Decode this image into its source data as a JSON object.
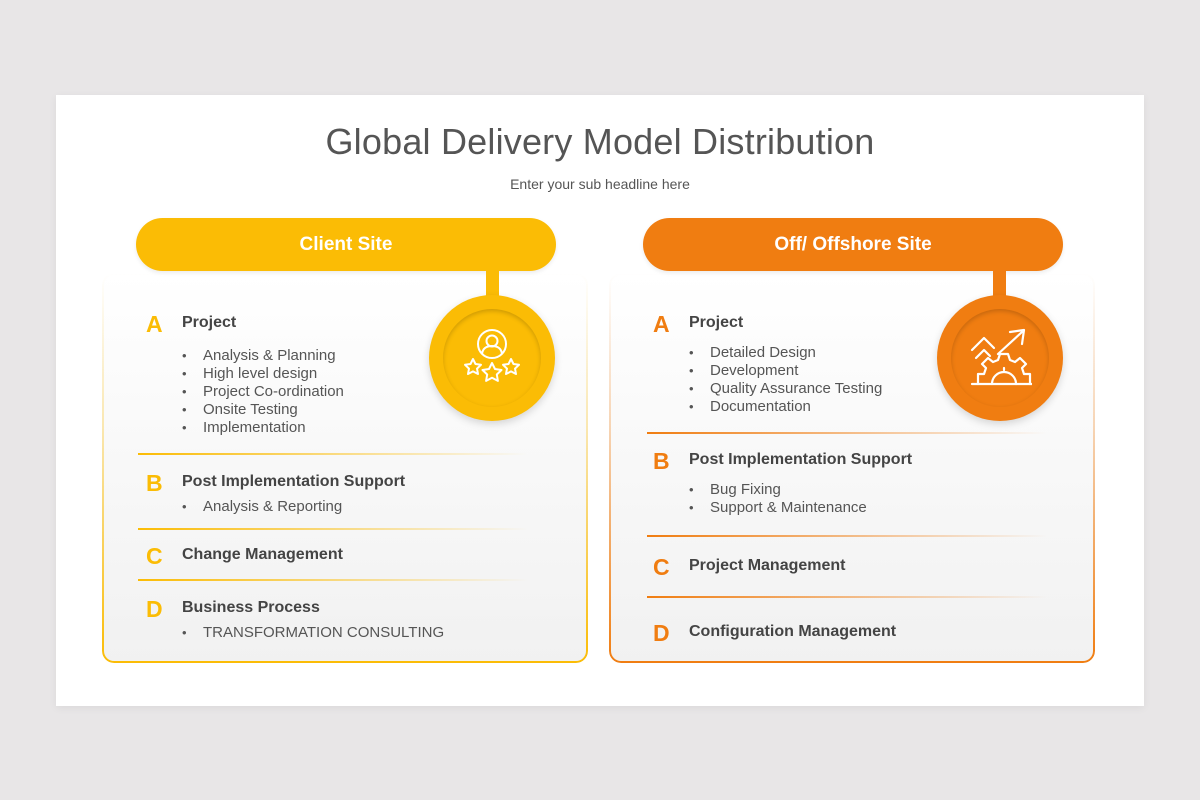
{
  "slide": {
    "title": "Global Delivery Model Distribution",
    "subtitle": "Enter your sub headline here"
  },
  "colors": {
    "client": "#fbbc05",
    "offshore": "#f07d11",
    "text": "#444444",
    "background": "#e8e6e7"
  },
  "client": {
    "header": "Client Site",
    "icon": "user-stars-icon",
    "sections": [
      {
        "letter": "A",
        "heading": "Project",
        "items": [
          "Analysis & Planning",
          "High level design",
          "Project Co-ordination",
          "Onsite Testing",
          "Implementation"
        ]
      },
      {
        "letter": "B",
        "heading": "Post Implementation Support",
        "items": [
          "Analysis & Reporting"
        ]
      },
      {
        "letter": "C",
        "heading": "Change Management",
        "items": []
      },
      {
        "letter": "D",
        "heading": "Business Process",
        "items": [
          "TRANSFORMATION CONSULTING"
        ]
      }
    ]
  },
  "offshore": {
    "header": "Off/ Offshore Site",
    "icon": "growth-gear-icon",
    "sections": [
      {
        "letter": "A",
        "heading": "Project",
        "items": [
          "Detailed Design",
          "Development",
          "Quality Assurance Testing",
          "Documentation"
        ]
      },
      {
        "letter": "B",
        "heading": "Post Implementation Support",
        "items": [
          "Bug Fixing",
          "Support & Maintenance"
        ]
      },
      {
        "letter": "C",
        "heading": "Project Management",
        "items": []
      },
      {
        "letter": "D",
        "heading": "Configuration Management",
        "items": []
      }
    ]
  }
}
